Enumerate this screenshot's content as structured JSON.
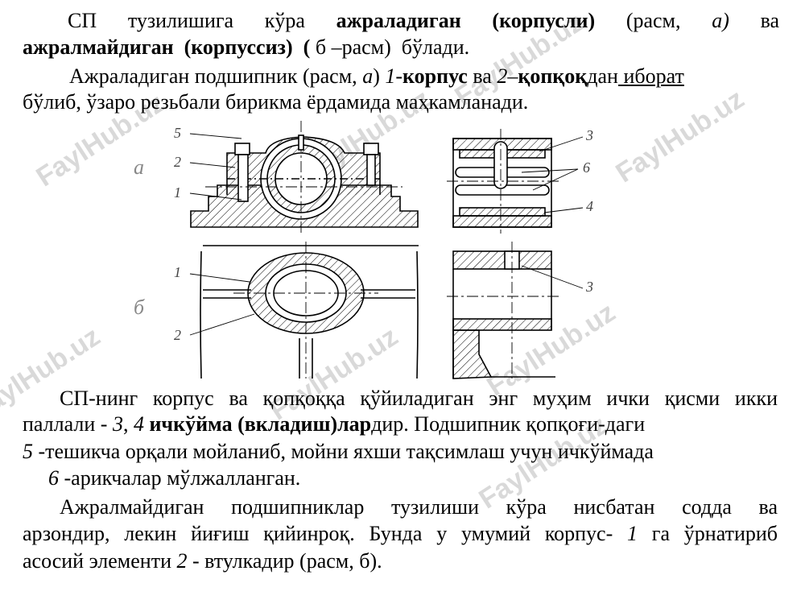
{
  "para1": {
    "l1_a": "СП",
    "l1_b": "тузилишига",
    "l1_c": "кўра",
    "l1_d": "ажраладиган",
    "l1_e": "(корпусли)",
    "l1_f": "(расм,",
    "l1_g": "а)",
    "l1_h": "ва",
    "l2_a": "ажралмайдиган",
    "l2_b": "(корпуссиз)",
    "l2_c": "(",
    "l2_d": "б –расм)",
    "l2_e": "бўлади."
  },
  "para2": {
    "l1_a": "Ажраладиган подшипник (расм, ",
    "l1_b": "а",
    "l1_c": ") ",
    "l1_d": "1",
    "l1_e": "-",
    "l1_f": "корпус",
    "l1_g": " ва ",
    "l1_h": "2",
    "l1_i": "–",
    "l1_j": "қопқоқ",
    "l1_k": "дан",
    "l1_l": " иборат",
    "l2": "бўлиб, ўзаро резьбали бирикма ёрдамида маҳкамланади."
  },
  "figure": {
    "label_a": "а",
    "label_b": "б",
    "callouts_a_left": [
      "5",
      "2",
      "1"
    ],
    "callouts_a_right": [
      "3",
      "6",
      "4"
    ],
    "callouts_b_left": [
      "1",
      "2"
    ],
    "callouts_b_right": [
      "3"
    ]
  },
  "para3": {
    "l1": "СП-нинг корпус ва қопқоққа қўйиладиган энг муҳим ички қисми икки",
    "l2_a": "паллали - ",
    "l2_b": "3",
    "l2_c": ", ",
    "l2_d": "4",
    "l2_e": " ичкўйма (вкладиш)лар",
    "l2_f": "дир. Подшипник қопқоғи-даги",
    "l3_a": "5",
    "l3_b": " -тешикча орқали мойланиб, мойни яхши тақсимлаш учун ичкўймада",
    "l4_a": "6",
    "l4_b": " -арикчалар мўлжалланган."
  },
  "para4": {
    "l1": "Ажралмайдиган подшипниклар тузилиши кўра нисбатан содда ва",
    "l2_a": "арзондир, лекин йиғиш қийинроқ. Бунда у умумий корпус- ",
    "l2_b": "1",
    "l2_c": " га ўрнатириб",
    "l3_a": "асосий элементи ",
    "l3_b": "2",
    "l3_c": " - втулкадир (расм, б)."
  },
  "watermark": "FaylHub.uz"
}
